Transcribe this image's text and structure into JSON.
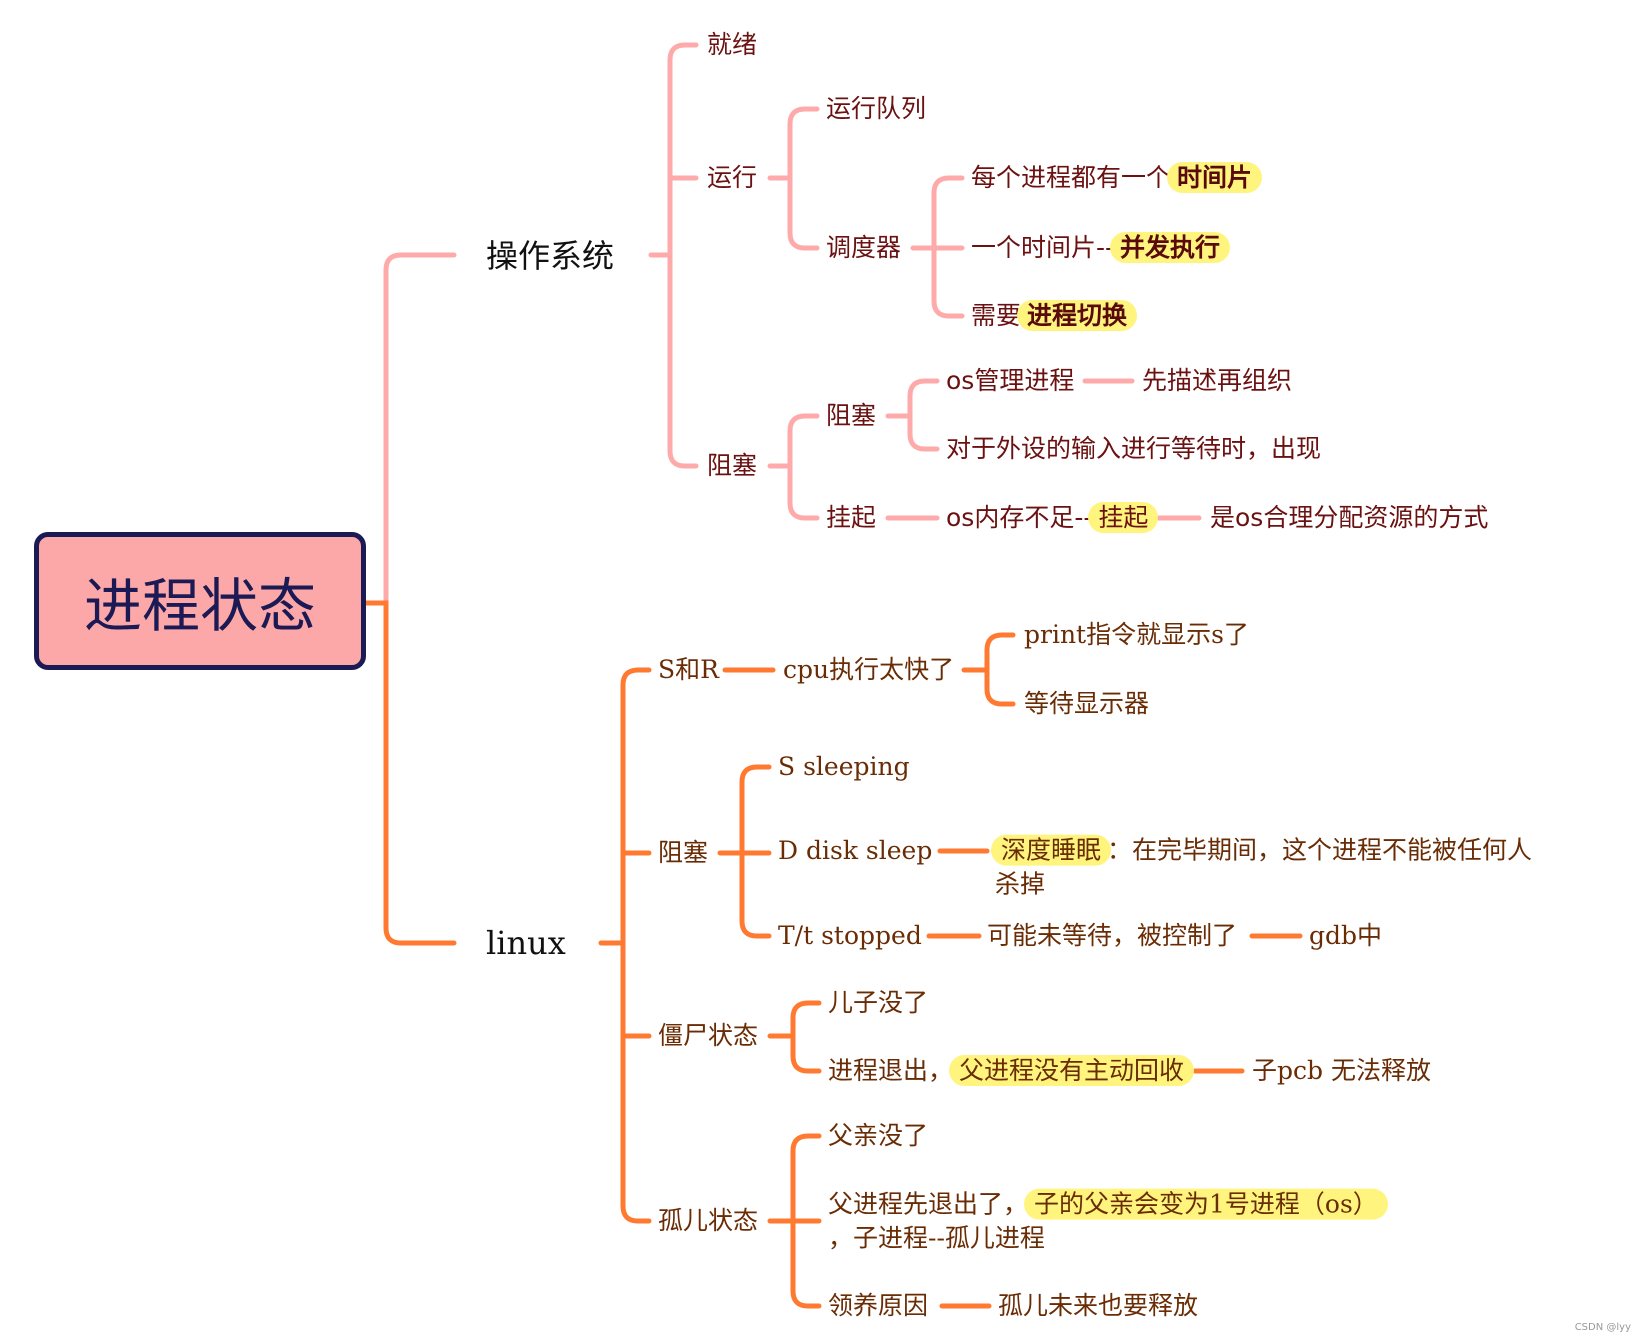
{
  "root": "进程状态",
  "os": {
    "title": "操作系统",
    "ready": "就绪",
    "running": {
      "label": "运行",
      "queue": "运行队列",
      "scheduler": "调度器",
      "s1_a": "每个进程都有一个",
      "s1_b": "时间片",
      "s2_a": "一个时间片--",
      "s2_b": "并发执行",
      "s3_a": "需要",
      "s3_b": "进程切换"
    },
    "blocked": {
      "label": "阻塞",
      "sub": "阻塞",
      "manage": "os管理进程",
      "describe": "先描述再组织",
      "device": "对于外设的输入进行等待时，出现",
      "suspend": "挂起",
      "mem_a": "os内存不足--",
      "mem_b": "挂起",
      "reason": "是os合理分配资源的方式"
    }
  },
  "linux": {
    "title": "linux",
    "sr": {
      "label": "S和R",
      "cpu": "cpu执行太快了",
      "print": "print指令就显示s了",
      "wait": "等待显示器"
    },
    "blocked": {
      "label": "阻塞",
      "s": "S sleeping",
      "d": "D  disk sleep",
      "deep_a": "深度睡眠",
      "deep_b": "：在完毕期间，这个进程不能被任何人",
      "deep_c": "杀掉",
      "t": "T/t  stopped",
      "t_desc": "可能未等待，被控制了",
      "gdb": "gdb中"
    },
    "zombie": {
      "label": "僵尸状态",
      "child": "儿子没了",
      "exit_a": "进程退出，",
      "exit_b": "父进程没有主动回收",
      "pcb": "子pcb 无法释放"
    },
    "orphan": {
      "label": "孤儿状态",
      "parent": "父亲没了",
      "p_a": "父进程先退出了，",
      "p_b": "子的父亲会变为1号进程（os）",
      "p_c": "，子进程--孤儿进程",
      "adopt": "领养原因",
      "release": "孤儿未来也要释放"
    }
  },
  "watermark": "CSDN @lyy",
  "colors": {
    "os_line": "#ffaaaa",
    "linux_line": "#ff7a30",
    "root_fill": "#fda8a8",
    "root_border": "#1c1a55",
    "highlight": "#fff57e"
  }
}
